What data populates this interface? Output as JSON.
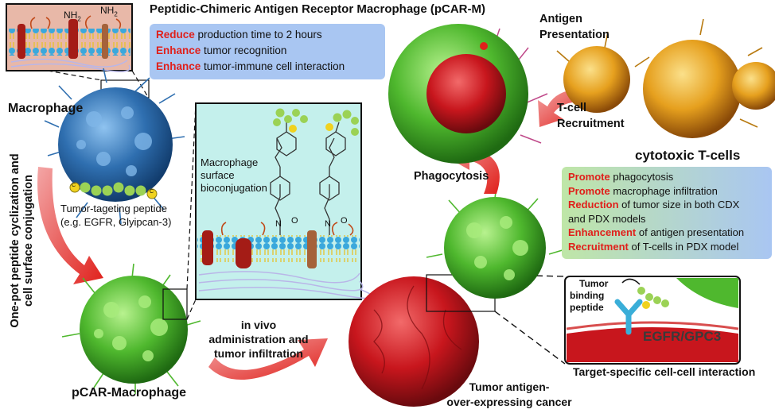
{
  "title": "Peptidic-Chimeric Antigen Receptor Macrophage (pCAR-M)",
  "top_box": {
    "lines": [
      {
        "key": "Reduce",
        "rest": " production time to 2 hours"
      },
      {
        "key": "Enhance",
        "rest": " tumor recognition"
      },
      {
        "key": "Enhance",
        "rest": " tumor-immune cell interaction"
      }
    ]
  },
  "right_box": {
    "lines": [
      {
        "key": "Promote",
        "rest": " phagocytosis"
      },
      {
        "key": "Promote",
        "rest": " macrophage infiltration"
      },
      {
        "key": "Reduction",
        "rest": " of tumor size in both CDX"
      },
      {
        "key": "",
        "rest": "and PDX models"
      },
      {
        "key": "Enhancement",
        "rest": " of antigen presentation"
      },
      {
        "key": "Recruitment",
        "rest": " of T-cells in PDX model"
      }
    ]
  },
  "labels": {
    "macrophage": "Macrophage",
    "pcar_macrophage": "pCAR-Macrophage",
    "vertical_line1": "One-pot peptide cyclization and",
    "vertical_line2": "cell surface conjugation",
    "peptide_line1": "Tumor-tageting peptide",
    "peptide_line2": "(e.g. EGFR, Glyipcan-3)",
    "bioconj_line1": "Macrophage",
    "bioconj_line2": "surface",
    "bioconj_line3": "bioconjugation",
    "nh2_left": "NH",
    "nh2_right": "NH",
    "sub2": "2",
    "o_label": "O",
    "n_label": "N",
    "c_label": "C",
    "invivo_line1": "in vivo",
    "invivo_line2": "administration and",
    "invivo_line3": "tumor infiltration",
    "tumor_line1": "Tumor antigen-",
    "tumor_line2": "over-expressing cancer",
    "phagocytosis": "Phagocytosis",
    "antigen_line1": "Antigen",
    "antigen_line2": "Presentation",
    "tcell_rec_line1": "T-cell",
    "tcell_rec_line2": "Recruitment",
    "cytotoxic": "cytotoxic T-cells",
    "tumor_binding_line1": "Tumor",
    "tumor_binding_line2": "binding",
    "tumor_binding_line3": "peptide",
    "egfr": "EGFR/GPC3",
    "target_specific": "Target-specific cell-cell interaction"
  },
  "colors": {
    "accent_red": "#e0201b",
    "box_blue": "#a9c6f2",
    "box_green": "#bfe6a7",
    "panel_cyan": "#c4f0ec",
    "macrophage_blue": "#2f6fb0",
    "macrophage_green": "#4fb82e",
    "tumor_red": "#c8161d",
    "tcell_orange": "#e6a01e"
  }
}
